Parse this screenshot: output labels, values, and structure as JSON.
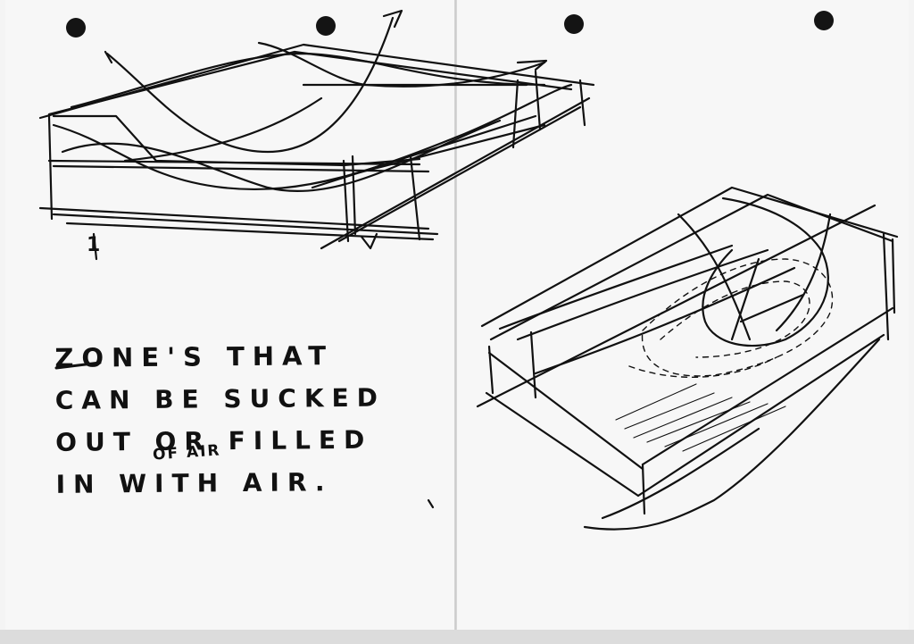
{
  "note": {
    "line1": "ZONE'S THAT",
    "line2": "CAN BE SUCKED",
    "line3": "OUT OR FILLED",
    "line4": "IN WITH AIR.",
    "insert": "OF AIR"
  },
  "marks": {
    "section_mark": "1"
  },
  "colors": {
    "ink": "#111111",
    "paper": "#f7f7f7"
  }
}
